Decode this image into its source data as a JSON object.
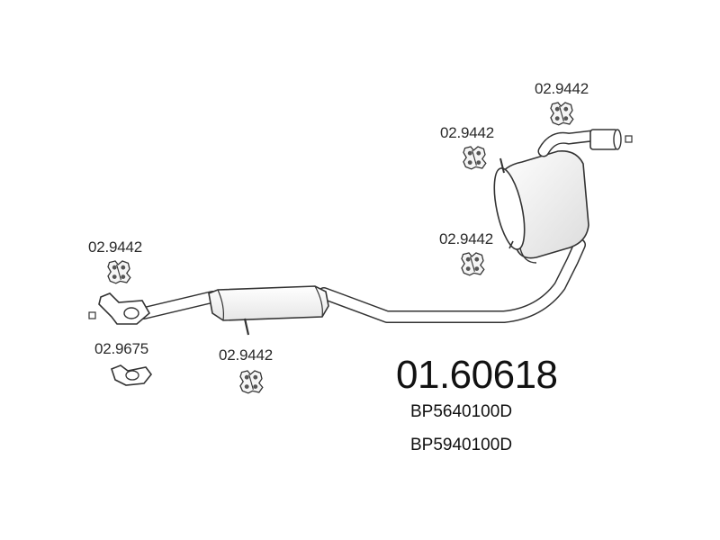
{
  "diagram": {
    "part_number": "01.60618",
    "oem_numbers": [
      "BP5640100D",
      "BP5940100D"
    ],
    "callouts": [
      {
        "id": "hanger-top-right",
        "label": "02.9442",
        "part": "rubber-hanger"
      },
      {
        "id": "hanger-upper-mid",
        "label": "02.9442",
        "part": "rubber-hanger"
      },
      {
        "id": "hanger-right-mid",
        "label": "02.9442",
        "part": "rubber-hanger"
      },
      {
        "id": "hanger-left",
        "label": "02.9442",
        "part": "rubber-hanger"
      },
      {
        "id": "gasket-left",
        "label": "02.9675",
        "part": "flange-gasket"
      },
      {
        "id": "hanger-center",
        "label": "02.9442",
        "part": "rubber-hanger"
      }
    ]
  }
}
